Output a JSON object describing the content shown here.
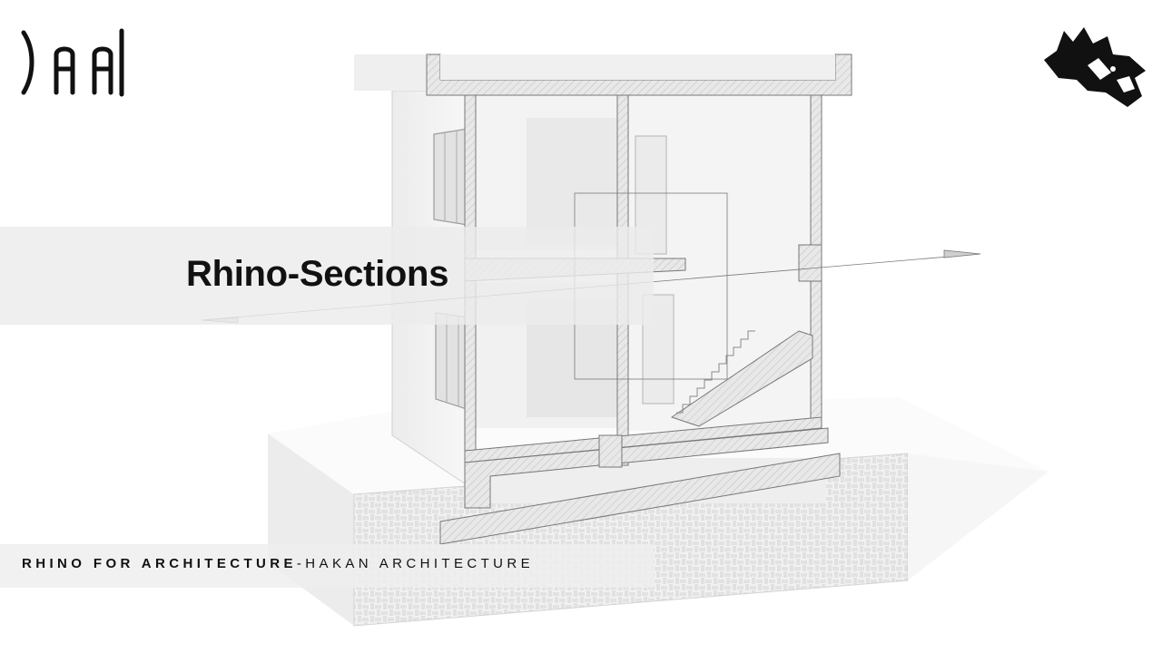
{
  "title": "Rhino-Sections",
  "subtitle": {
    "bold": "RHINO FOR ARCHITECTURE",
    "rest": "-HAKAN ARCHITECTURE"
  },
  "icons": {
    "brand_logo": "hakan-architecture-logo-icon",
    "rhino_logo": "rhino-logo-icon"
  }
}
